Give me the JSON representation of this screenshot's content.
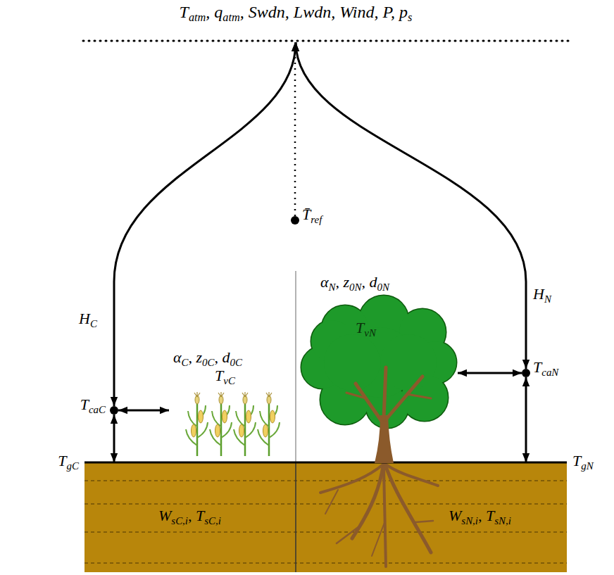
{
  "diagram": {
    "nodes": [
      {
        "text": [
          "T",
          "atm",
          ", q",
          "atm",
          ", Swdn, Lwdn, Wind, P, p",
          "s"
        ]
      },
      {
        "text": [
          "T̄",
          "ref"
        ]
      },
      {
        "text": [
          "T",
          "caC"
        ]
      },
      {
        "text": [
          "α",
          "C",
          ", z",
          "0C",
          ", d",
          "0C",
          "T",
          "vC"
        ]
      },
      {
        "text": [
          "T",
          "gC",
          "W",
          "sC,i",
          ", T",
          "sC,i"
        ]
      },
      {
        "text": [
          "α",
          "N",
          ", z",
          "0N",
          ", d",
          "0N",
          "T",
          "vN"
        ]
      },
      {
        "text": [
          "T",
          "caN"
        ]
      },
      {
        "text": [
          "W",
          "sN,i",
          ", T",
          "sN,i",
          "T",
          "gN"
        ]
      }
    ],
    "edges": [
      {
        "from": 2,
        "to": 0,
        "arrow": "both"
      },
      {
        "from": 6,
        "to": 0,
        "arrow": "both"
      },
      {
        "from": 1,
        "to": 0,
        "arrow": "to"
      },
      {
        "from": 2,
        "to": 3,
        "arrow": "both"
      },
      {
        "from": 2,
        "to": 4,
        "arrow": "both"
      },
      {
        "from": 6,
        "to": 5,
        "arrow": "both"
      },
      {
        "from": 6,
        "to": 7,
        "arrow": "both"
      }
    ],
    "labels": [
      "H",
      "C",
      "H",
      "N"
    ]
  }
}
